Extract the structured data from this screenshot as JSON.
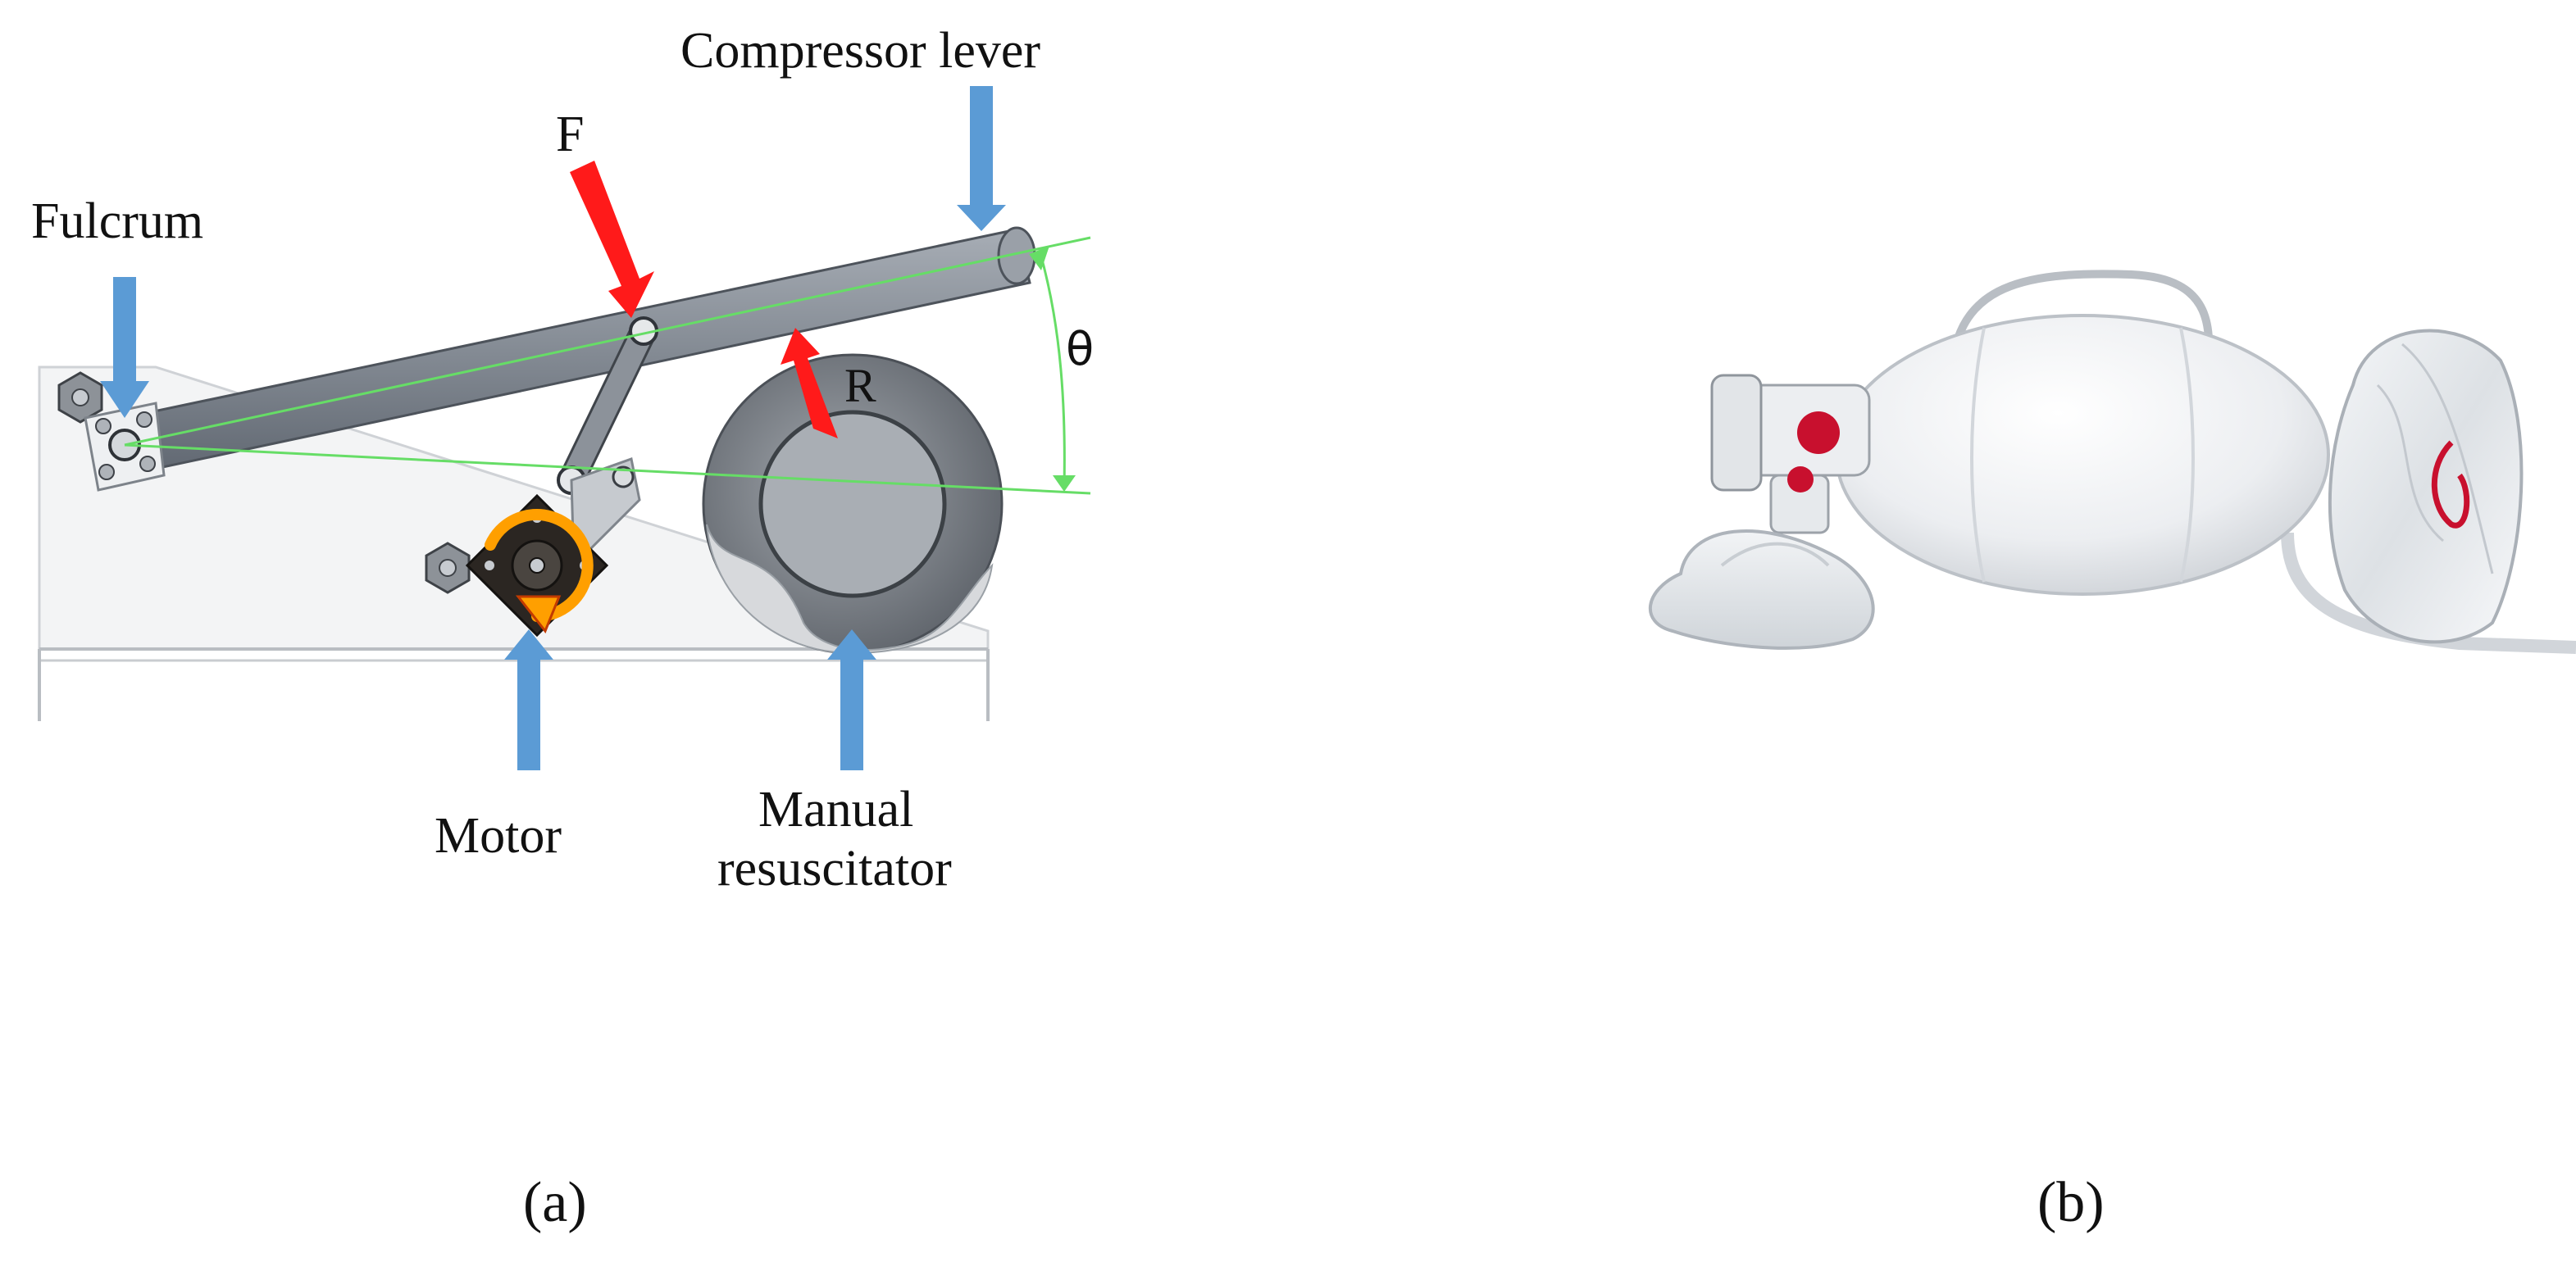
{
  "panel_a": {
    "labels": {
      "compressor_lever": "Compressor lever",
      "force": "F",
      "fulcrum": "Fulcrum",
      "theta": "θ",
      "reaction": "R",
      "motor": "Motor",
      "manual_resuscitator_line1": "Manual",
      "manual_resuscitator_line2": "resuscitator"
    },
    "caption": "(a)"
  },
  "panel_b": {
    "caption": "(b)"
  },
  "colors": {
    "callout_arrow": "#5b9bd5",
    "force_arrow": "#ff1a1a",
    "angle_line": "#66dd66",
    "lever": "#8a9099",
    "resuscitator_bag": "#e8eaed",
    "valve_red": "#c8102e"
  }
}
